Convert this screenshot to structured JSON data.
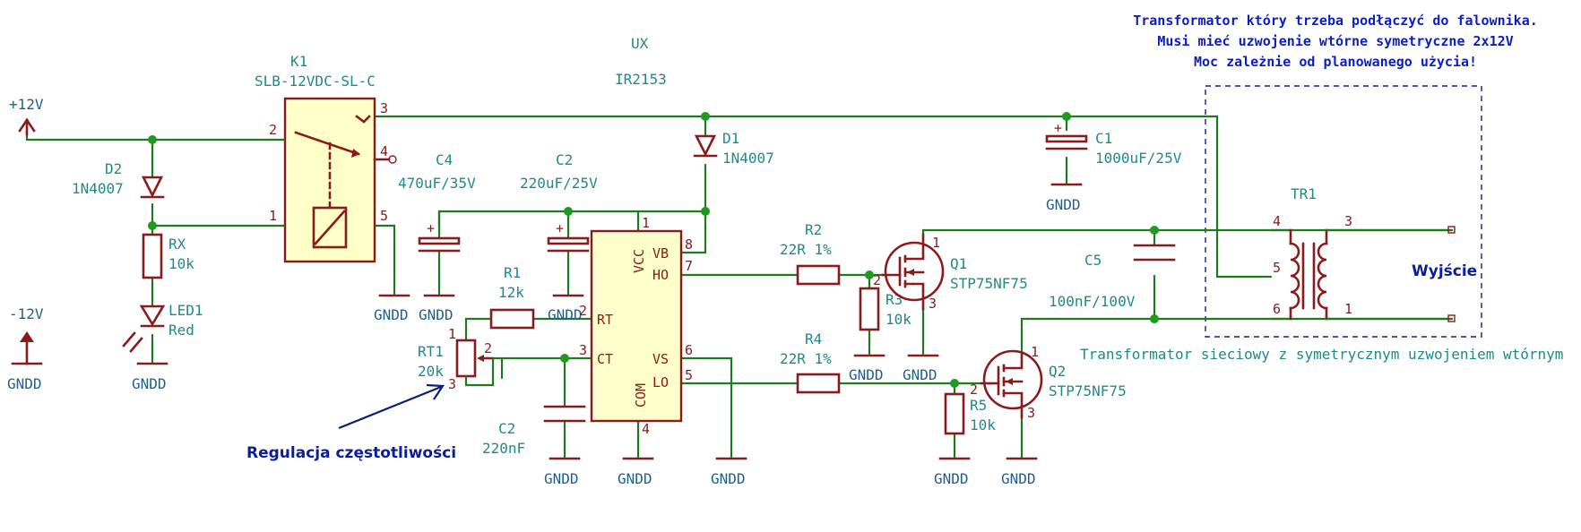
{
  "note_transformer": [
    "Transformator który trzeba podłączyć do falownika.",
    "Musi mieć uzwojenie wtórne symetryczne 2x12V",
    "Moc zależnie od planowanego użycia!"
  ],
  "note_freq": "Regulacja częstotliwości",
  "output_label": "Wyjście",
  "transformer_desc": "Transformator sieciowy z symetrycznym uzwojeniem wtórnym",
  "power": {
    "plus": "+12V",
    "minus": "-12V",
    "gnd": "GNDD"
  },
  "k1": {
    "ref": "K1",
    "value": "SLB-12VDC-SL-C",
    "pins": [
      "1",
      "2",
      "3",
      "4",
      "5"
    ]
  },
  "ux": {
    "ref": "UX",
    "value": "IR2153",
    "pins_left": [
      {
        "num": "2",
        "name": "RT"
      },
      {
        "num": "3",
        "name": "CT"
      }
    ],
    "pins_right": [
      {
        "num": "8",
        "name": "VB"
      },
      {
        "num": "7",
        "name": "HO"
      },
      {
        "num": "6",
        "name": "VS"
      },
      {
        "num": "5",
        "name": "LO"
      }
    ],
    "pin_top": {
      "num": "1",
      "name": "VCC"
    },
    "pin_bottom": {
      "num": "4",
      "name": "COM"
    }
  },
  "d1": {
    "ref": "D1",
    "value": "1N4007"
  },
  "d2": {
    "ref": "D2",
    "value": "1N4007"
  },
  "c1": {
    "ref": "C1",
    "value": "1000uF/25V"
  },
  "c2a": {
    "ref": "C2",
    "value": "220uF/25V"
  },
  "c2b": {
    "ref": "C2",
    "value": "220nF"
  },
  "c4": {
    "ref": "C4",
    "value": "470uF/35V"
  },
  "c5": {
    "ref": "C5",
    "value": "100nF/100V"
  },
  "rx": {
    "ref": "RX",
    "value": "10k"
  },
  "led1": {
    "ref": "LED1",
    "value": "Red"
  },
  "r1": {
    "ref": "R1",
    "value": "12k"
  },
  "rt1": {
    "ref": "RT1",
    "value": "20k",
    "pins": [
      "1",
      "2",
      "3"
    ]
  },
  "r2": {
    "ref": "R2",
    "value": "22R 1%"
  },
  "r3": {
    "ref": "R3",
    "value": "10k"
  },
  "r4": {
    "ref": "R4",
    "value": "22R 1%"
  },
  "r5": {
    "ref": "R5",
    "value": "10k"
  },
  "q1": {
    "ref": "Q1",
    "value": "STP75NF75",
    "pins": [
      "1",
      "2",
      "3"
    ]
  },
  "q2": {
    "ref": "Q2",
    "value": "STP75NF75",
    "pins": [
      "1",
      "2",
      "3"
    ]
  },
  "tr1": {
    "ref": "TR1",
    "pins": [
      "4",
      "5",
      "6",
      "3",
      "1"
    ]
  },
  "colors": {
    "wire": "#1f7a1f",
    "body": "#8c1a1a",
    "label": "#1f8a8a",
    "note": "#0a1ec8"
  }
}
